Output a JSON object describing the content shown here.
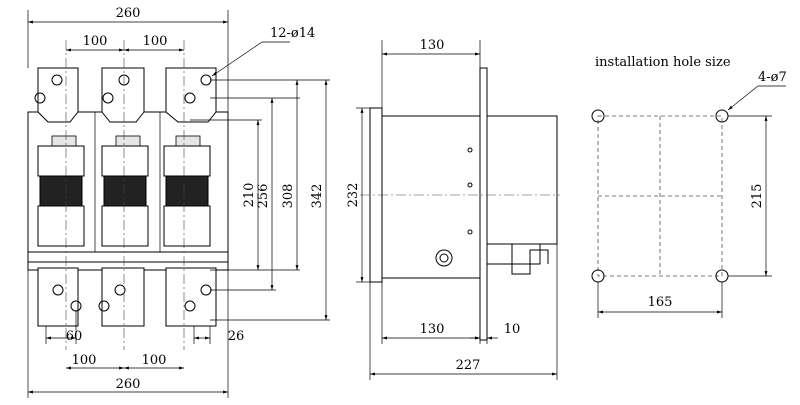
{
  "front_view": {
    "dim_total_width_top": "260",
    "dim_pitch_left_top": "100",
    "dim_pitch_right_top": "100",
    "hole_callout": "12-ø14",
    "dim_h_210": "210",
    "dim_h_256": "256",
    "dim_h_308": "308",
    "dim_h_342": "342",
    "dim_60": "60",
    "dim_26": "26",
    "dim_pitch_left_bottom": "100",
    "dim_pitch_right_bottom": "100",
    "dim_total_width_bottom": "260"
  },
  "side_view": {
    "dim_top_130": "130",
    "dim_height_232": "232",
    "dim_bottom_130": "130",
    "dim_10": "10",
    "dim_227": "227"
  },
  "hole_view": {
    "title": "installation hole size",
    "hole_callout": "4-ø7",
    "dim_215": "215",
    "dim_165": "165"
  }
}
